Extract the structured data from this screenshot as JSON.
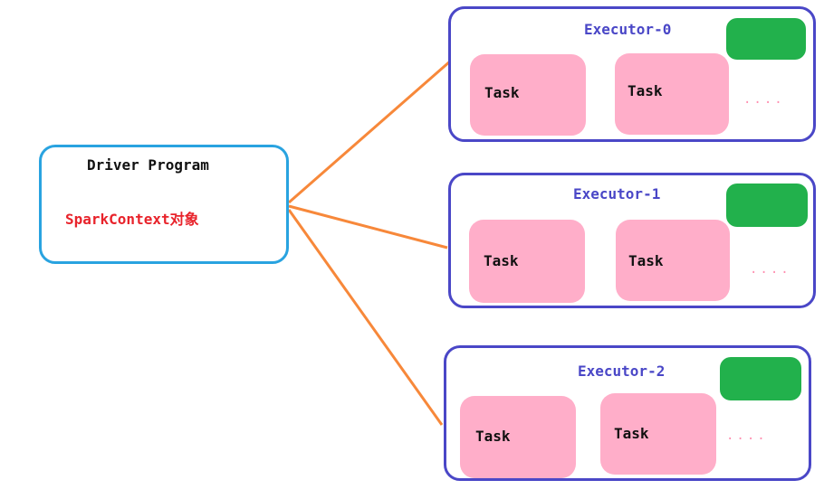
{
  "driver": {
    "title": "Driver Program",
    "context": "SparkContext对象"
  },
  "executors": [
    {
      "title": "Executor-0",
      "tasks": [
        "Task",
        "Task"
      ],
      "more": "...."
    },
    {
      "title": "Executor-1",
      "tasks": [
        "Task",
        "Task"
      ],
      "more": "...."
    },
    {
      "title": "Executor-2",
      "tasks": [
        "Task",
        "Task"
      ],
      "more": "...."
    }
  ],
  "colors": {
    "driver_border": "#29a3e0",
    "executor_border": "#4a47c7",
    "connector": "#f7883a",
    "task_fill": "#ffaec9",
    "slot_fill": "#22b14c",
    "context_text": "#e8232b"
  }
}
